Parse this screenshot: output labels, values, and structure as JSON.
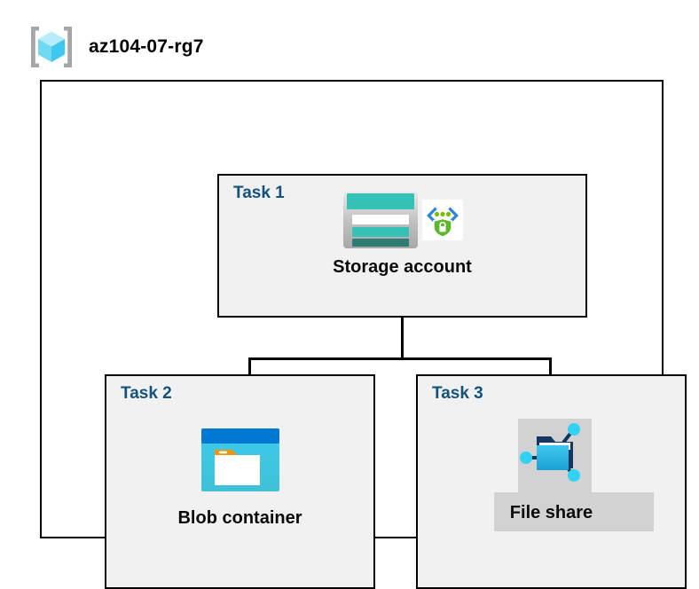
{
  "resource_group": {
    "name": "az104-07-rg7",
    "icon": "resource-group-cube-icon"
  },
  "diagram": {
    "type": "azure-architecture",
    "connector_style": "orthogonal-tree",
    "panels": [
      {
        "id": "task1",
        "label": "Task 1",
        "node_caption": "Storage account",
        "icons": [
          "storage-account-icon",
          "secure-endpoint-shield-icon"
        ],
        "highlighted": false
      },
      {
        "id": "task2",
        "label": "Task 2",
        "node_caption": "Blob container",
        "icons": [
          "blob-container-icon"
        ],
        "highlighted": false
      },
      {
        "id": "task3",
        "label": "Task 3",
        "node_caption": "File share",
        "icons": [
          "file-share-icon"
        ],
        "highlighted": true
      }
    ]
  },
  "colors": {
    "panel_fill": "#f1f1f1",
    "panel_border": "#000000",
    "task_label": "#13527c",
    "caption": "#0a0a0a",
    "highlight": "#d2d2d2",
    "canvas": "#ffffff",
    "storage_teal": "#35c1b5",
    "storage_teal_dark": "#2e7d74",
    "azure_blue": "#0078d4",
    "azure_cyan": "#32bedd",
    "accent_orange": "#f2940b",
    "shield_green": "#5eb62a",
    "cube_cyan": "#9fe7fb"
  }
}
